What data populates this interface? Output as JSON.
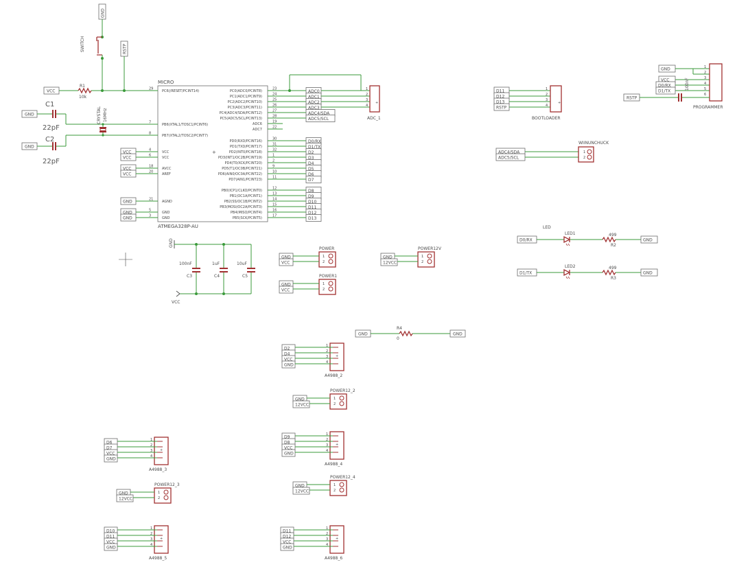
{
  "micro": {
    "ref": "MICRO",
    "value": "ATMEGA328P-AU",
    "left_pins": [
      {
        "num": "29",
        "name": "PC6(/RESET/PCINT14)"
      },
      {
        "num": "7",
        "name": "PB6(XTAL1/TOSC1/PCINT6)"
      },
      {
        "num": "8",
        "name": "PB7(XTAL2/TOSC2/PCINT7)"
      },
      {
        "num": "4",
        "name": "VCC"
      },
      {
        "num": "6",
        "name": "VCC"
      },
      {
        "num": "18",
        "name": "AVCC"
      },
      {
        "num": "20",
        "name": "AREF"
      },
      {
        "num": "21",
        "name": "AGND"
      },
      {
        "num": "5",
        "name": "GND"
      },
      {
        "num": "3",
        "name": "GND"
      }
    ],
    "right_pins": [
      {
        "num": "23",
        "name": "PC0(ADC0/PCINT8)"
      },
      {
        "num": "24",
        "name": "PC1(ADC1/PCINT9)"
      },
      {
        "num": "25",
        "name": "PC2(ADC2/PCINT10)"
      },
      {
        "num": "26",
        "name": "PC3(ADC3/PCINT11)"
      },
      {
        "num": "27",
        "name": "PC4(ADC4/SDA/PCINT12)"
      },
      {
        "num": "28",
        "name": "PC5(ADC5/SCL/PCINT13)"
      },
      {
        "num": "19",
        "name": "ADC6"
      },
      {
        "num": "22",
        "name": "ADC7"
      },
      {
        "num": "30",
        "name": "PD0(RXD/PCINT16)"
      },
      {
        "num": "31",
        "name": "PD1(TXD/PCINT17)"
      },
      {
        "num": "32",
        "name": "PD2(INT0/PCINT18)"
      },
      {
        "num": "1",
        "name": "PD3(INT1/OC2B/PCINT19)"
      },
      {
        "num": "2",
        "name": "PD4(T0/XCK/PCINT20)"
      },
      {
        "num": "9",
        "name": "PD5(T1/OC0B/PCINT21)"
      },
      {
        "num": "10",
        "name": "PD6(AIN0/OC0A/PCINT22)"
      },
      {
        "num": "11",
        "name": "PD7(AIN1/PCINT23)"
      },
      {
        "num": "12",
        "name": "PB0(ICP1/CLKO/PCINT0)"
      },
      {
        "num": "13",
        "name": "PB1(OC1A/PCINT1)"
      },
      {
        "num": "14",
        "name": "PB2(SS/OC1B/PCINT2)"
      },
      {
        "num": "15",
        "name": "PB3(MOSI/OC2A/PCINT3)"
      },
      {
        "num": "16",
        "name": "PB4(MISO/PCINT4)"
      },
      {
        "num": "17",
        "name": "PB5(SCK/PCINT5)"
      }
    ],
    "right_nets": [
      "ADC0",
      "ADC1",
      "ADC2",
      "ADC3",
      "ADC4/SDA",
      "ADC5/SCL",
      "",
      "",
      "D0/RX",
      "D1/TX",
      "D2",
      "D3",
      "D4",
      "D5",
      "D6",
      "D7",
      "D8",
      "D9",
      "D10",
      "D11",
      "D12",
      "D13"
    ],
    "left_nets": {
      "vcc": "VCC",
      "gnd": "GND"
    }
  },
  "reset": {
    "switch_label": "SWITCH",
    "gnd_label": "GND",
    "rstp_label": "RSTP",
    "r1_ref": "R1",
    "r1_value": "10k",
    "vcc_label": "VCC"
  },
  "crystal": {
    "label": "CRYSTAL",
    "freq": "16MHz",
    "c1_ref": "C1",
    "c2_ref": "C2",
    "c1_value": "22pF",
    "c2_value": "22pF",
    "gnd_label": "GND"
  },
  "decoupling": {
    "gnd_label": "GND",
    "vcc_label": "VCC",
    "caps": [
      {
        "value": "100nF",
        "ref": "C3"
      },
      {
        "value": "1uF",
        "ref": "C4"
      },
      {
        "value": "10uF",
        "ref": "C5"
      }
    ]
  },
  "adc_header": {
    "label": "ADC_1",
    "pins": [
      "1",
      "2",
      "3",
      "4"
    ]
  },
  "bootloader": {
    "label": "BOOTLOADER",
    "nets": [
      "D11",
      "D12",
      "D13",
      "RSTP"
    ],
    "pins": [
      "1",
      "2",
      "3",
      "4"
    ]
  },
  "programmer": {
    "label": "PROGRAMMER",
    "nets": [
      "GND",
      "",
      "VCC",
      "D0/RX",
      "D1/TX"
    ],
    "pins": [
      "1",
      "2",
      "3",
      "4",
      "5",
      "6"
    ],
    "rstp": "RSTP",
    "cap": "100nF"
  },
  "wiinunchuck": {
    "label": "WIINUNCHUCK",
    "nets": [
      "ADC4/SDA",
      "ADC5/SCL"
    ],
    "pins": [
      "1",
      "2"
    ]
  },
  "leds": {
    "title": "LED",
    "rows": [
      {
        "net": "D0/RX",
        "led": "LED1",
        "res_val": "499",
        "res_ref": "R2",
        "gnd": "GND"
      },
      {
        "net": "D1/TX",
        "led": "LED2",
        "res_val": "499",
        "res_ref": "R3",
        "gnd": "GND"
      }
    ]
  },
  "r4": {
    "ref": "R4",
    "value": "0",
    "left": "GND",
    "right": "GND"
  },
  "power_blocks": [
    {
      "label": "POWER",
      "nets": [
        "GND",
        "VCC"
      ]
    },
    {
      "label": "POWER1",
      "nets": [
        "GND",
        "VCC"
      ]
    },
    {
      "label": "POWER12V",
      "nets": [
        "GND",
        "12VCC"
      ]
    },
    {
      "label": "POWER12_2",
      "nets": [
        "GND",
        "12VCC"
      ]
    },
    {
      "label": "POWER12_3",
      "nets": [
        "GND",
        "12VCC"
      ]
    },
    {
      "label": "POWER12_4",
      "nets": [
        "GND",
        "12VCC"
      ]
    }
  ],
  "a4988": [
    {
      "label": "A4988_2",
      "nets": [
        "D2",
        "D4",
        "VCC",
        "GND"
      ]
    },
    {
      "label": "A4988_3",
      "nets": [
        "D6",
        "D7",
        "VCC",
        "GND"
      ]
    },
    {
      "label": "A4988_4",
      "nets": [
        "D9",
        "D8",
        "VCC",
        "GND"
      ]
    },
    {
      "label": "A4988_5",
      "nets": [
        "D10",
        "D11",
        "VCC",
        "GND"
      ]
    },
    {
      "label": "A4988_6",
      "nets": [
        "D11",
        "D12",
        "VCC",
        "GND"
      ]
    }
  ]
}
